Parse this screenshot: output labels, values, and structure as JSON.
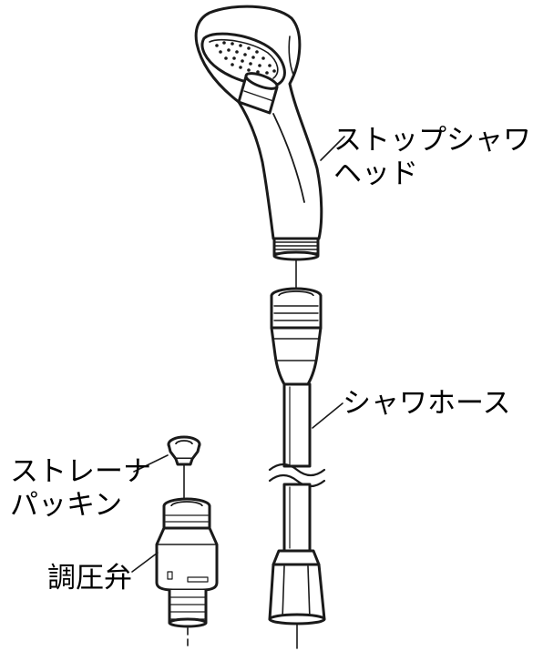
{
  "labels": {
    "shower_head": {
      "line1": "ストップシャワ",
      "line2": "ヘッド"
    },
    "shower_hose": "シャワホース",
    "strainer_packing": {
      "line1": "ストレーナ",
      "line2": "パッキン"
    },
    "pressure_valve": "調圧弁"
  }
}
